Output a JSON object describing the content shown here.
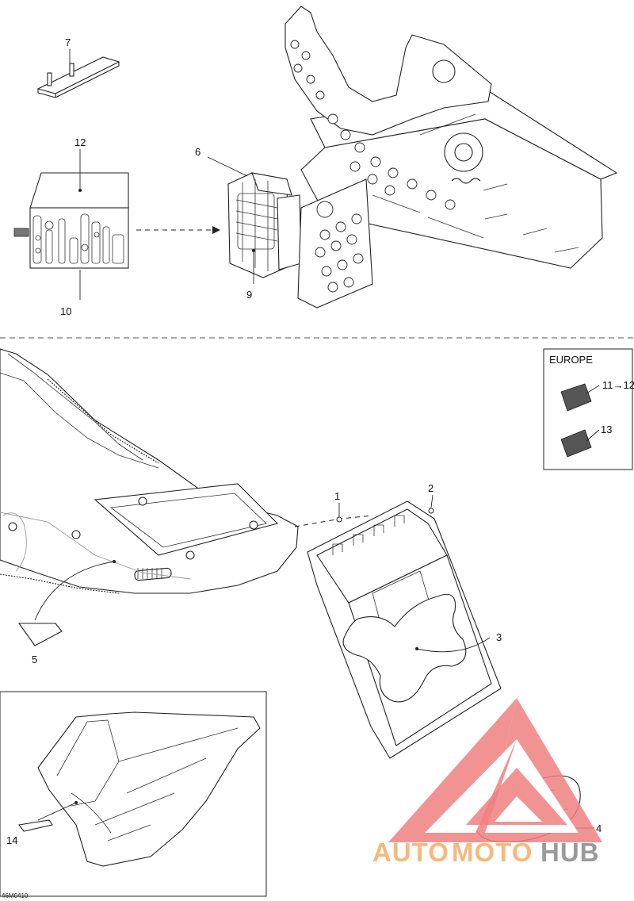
{
  "diagram": {
    "callouts": [
      "1",
      "2",
      "3",
      "4",
      "5",
      "6",
      "7",
      "9",
      "10",
      "11→12",
      "12",
      "13",
      "14"
    ],
    "inset_label": "EUROPE",
    "figure_code": "46M0410"
  },
  "watermark": {
    "word_a": "AUTO",
    "word_b": "MOTO",
    "word_c": "HUB",
    "color_red": "#f08080",
    "color_orange": "#f7b87a",
    "color_gray": "#9a9a9a"
  }
}
